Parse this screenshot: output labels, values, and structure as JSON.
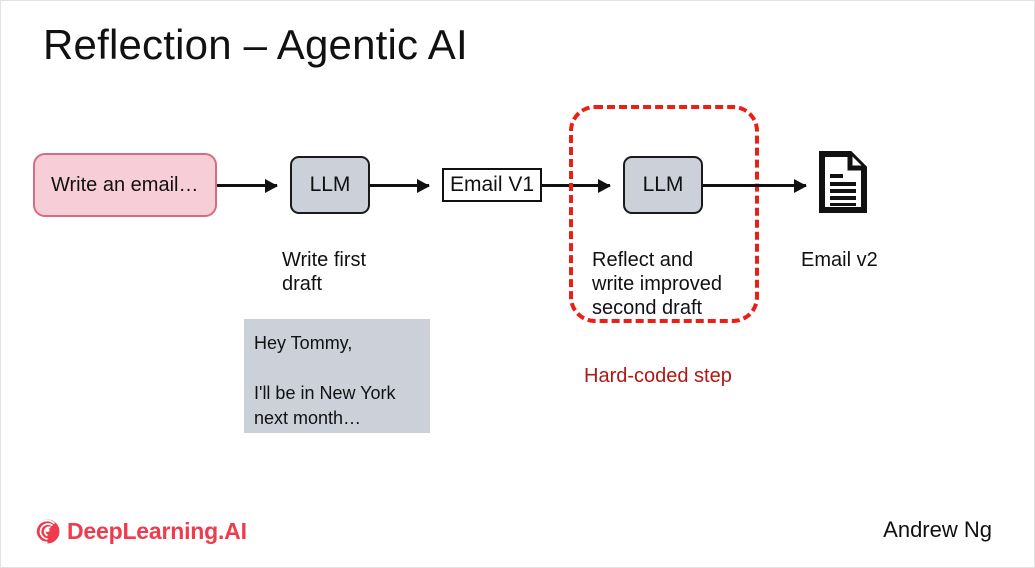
{
  "slide": {
    "title": "Reflection – Agentic AI",
    "background_color": "#ffffff"
  },
  "flow": {
    "prompt_box": {
      "label": "Write an email…",
      "fill_color": "#f7ced8",
      "border_color": "#d96b80"
    },
    "llm_first": {
      "label": "LLM",
      "fill_color": "#ccd0d8",
      "border_color": "#1a1a1a"
    },
    "email_v1": {
      "label": "Email V1",
      "fill_color": "#ffffff",
      "border_color": "#111111"
    },
    "llm_second": {
      "label": "LLM",
      "fill_color": "#ccd0d8",
      "border_color": "#1a1a1a"
    },
    "output_doc": {
      "icon": "document-icon",
      "label": "Email v2"
    }
  },
  "captions": {
    "write_first_draft": "Write first\ndraft",
    "reflect_and_write": "Reflect and\nwrite improved\nsecond draft"
  },
  "annotations": {
    "hard_coded_step": "Hard-coded step",
    "hard_coded_color": "#b01813",
    "dashed_region_color": "#ea2017"
  },
  "email_sample": {
    "text": "Hey Tommy,\n\nI'll be in New York\nnext month…",
    "fill_color": "#ccd0d8"
  },
  "footer": {
    "logo_text": "DeepLearning.AI",
    "logo_icon": "deeplearning-spiral-icon",
    "logo_color": "#ef3b4e",
    "author": "Andrew Ng"
  }
}
